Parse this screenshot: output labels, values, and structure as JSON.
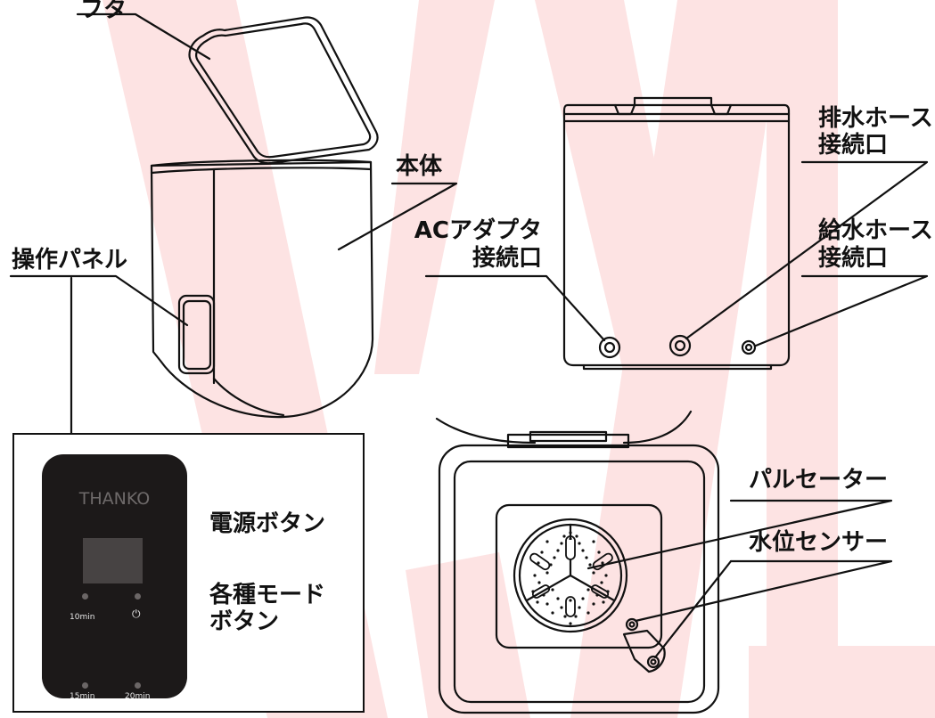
{
  "labels": {
    "lid": "フタ",
    "body": "本体",
    "control_panel": "操作パネル",
    "drain_hose_line1": "排水ホース",
    "drain_hose_line2": "接続口",
    "ac_adapter_line1": "ACアダプタ",
    "ac_adapter_line2": "接続口",
    "supply_hose_line1": "給水ホース",
    "supply_hose_line2": "接続口",
    "pulsator": "パルセーター",
    "water_sensor": "水位センサー",
    "power_button": "電源ボタン",
    "mode_buttons_line1": "各種モード",
    "mode_buttons_line2": "ボタン"
  },
  "panel": {
    "brand": "THANKO",
    "mode_10": "10min",
    "mode_15": "15min",
    "mode_20": "20min",
    "power_symbol": "⏻"
  },
  "colors": {
    "watermark": "#fde3e3",
    "panel": "#1c1919",
    "line": "#111111"
  }
}
